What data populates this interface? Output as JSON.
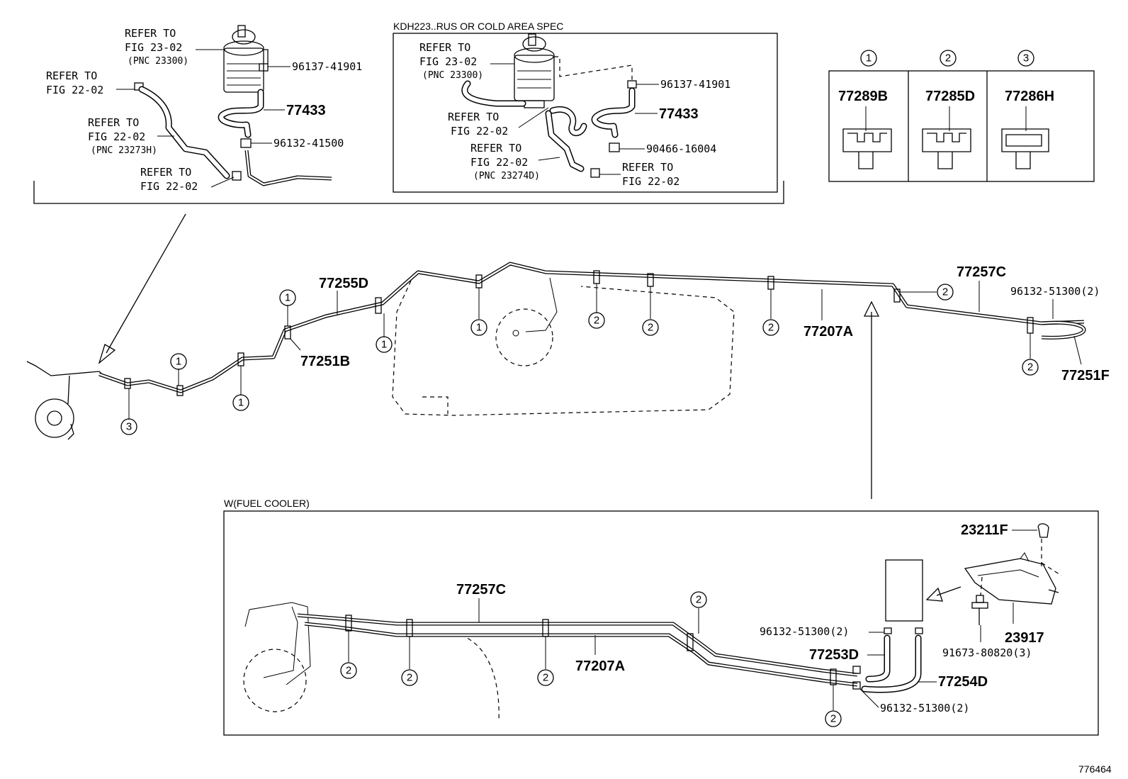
{
  "diagram_id": "776464",
  "insets": {
    "top_left": {
      "labels": {
        "refer_23_02_a": "REFER TO",
        "refer_23_02_b": "FIG 23-02",
        "refer_23_02_c": "(PNC 23300)",
        "refer_22_02_1a": "REFER TO",
        "refer_22_02_1b": "FIG 22-02",
        "refer_22_02_2a": "REFER TO",
        "refer_22_02_2b": "FIG 22-02",
        "refer_22_02_2c": "(PNC 23273H)",
        "refer_22_02_3a": "REFER TO",
        "refer_22_02_3b": "FIG 22-02",
        "p1": "96137-41901",
        "p2": "77433",
        "p3": "96132-41500"
      }
    },
    "top_mid": {
      "header": "KDH223..RUS OR COLD AREA SPEC",
      "labels": {
        "refer_23_02_a": "REFER TO",
        "refer_23_02_b": "FIG 23-02",
        "refer_23_02_c": "(PNC 23300)",
        "refer_22_02_1a": "REFER TO",
        "refer_22_02_1b": "FIG 22-02",
        "refer_22_02_2a": "REFER TO",
        "refer_22_02_2b": "FIG 22-02",
        "refer_22_02_2c": "(PNC 23274D)",
        "refer_22_02_3a": "REFER TO",
        "refer_22_02_3b": "FIG 22-02",
        "p1": "96137-41901",
        "p2": "77433",
        "p3": "90466-16004"
      }
    },
    "clamp_table": {
      "columns": [
        {
          "num": "1",
          "part": "77289B"
        },
        {
          "num": "2",
          "part": "77285D"
        },
        {
          "num": "3",
          "part": "77286H"
        }
      ]
    },
    "fuel_cooler": {
      "header": "W(FUEL COOLER)",
      "labels": {
        "p_77257C": "77257C",
        "p_77207A": "77207A",
        "p_96132a": "96132-51300(2)",
        "p_77253D": "77253D",
        "p_77254D": "77254D",
        "p_96132b": "96132-51300(2)",
        "p_23211F": "23211F",
        "p_23917": "23917",
        "p_91673": "91673-80820(3)"
      }
    }
  },
  "main": {
    "labels": {
      "p_77255D": "77255D",
      "p_77251B": "77251B",
      "p_77257C": "77257C",
      "p_77207A": "77207A",
      "p_96132": "96132-51300(2)",
      "p_77251F": "77251F"
    }
  },
  "clamp_numbers": {
    "one": "1",
    "two": "2",
    "three": "3"
  }
}
